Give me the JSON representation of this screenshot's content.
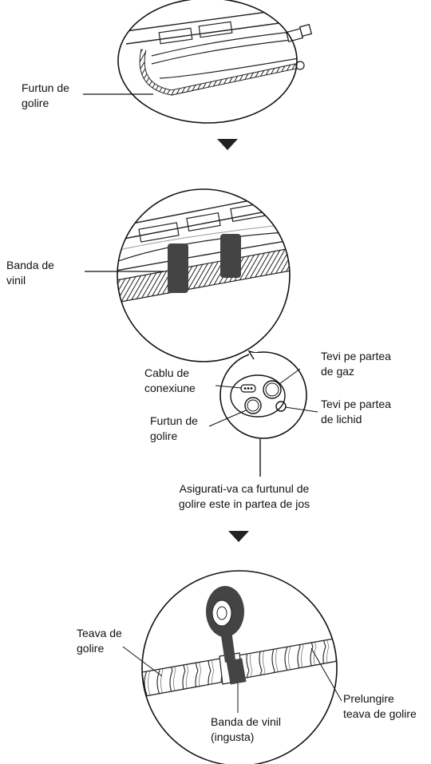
{
  "step1": {
    "hose_label": [
      "Furtun de",
      "golire"
    ]
  },
  "step2": {
    "tape_label": [
      "Banda de",
      "vinil"
    ]
  },
  "cross_section": {
    "cable_label": [
      "Cablu de",
      "conexiune"
    ],
    "gas_pipe_label": [
      "Tevi pe partea",
      "de gaz"
    ],
    "liquid_pipe_label": [
      "Tevi pe partea",
      "de lichid"
    ],
    "drain_hose_label": [
      "Furtun de",
      "golire"
    ],
    "note": [
      "Asigurati-va ca furtunul de",
      "golire este in partea de jos"
    ]
  },
  "step3": {
    "drain_pipe_label": [
      "Teava de",
      "golire"
    ],
    "extension_label": [
      "Prelungire",
      "teava de golire"
    ],
    "narrow_tape_label": [
      "Banda de vinil",
      "(ingusta)"
    ]
  }
}
